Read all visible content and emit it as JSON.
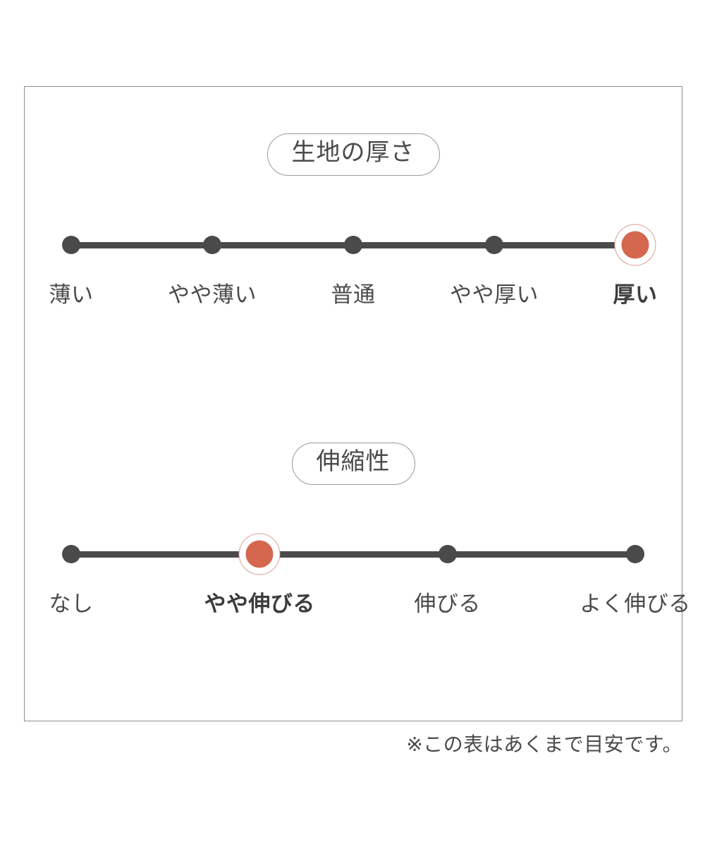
{
  "colors": {
    "accent": "#d4674e",
    "accent_ring": "#d9a193",
    "ink": "#4a4a4a",
    "frame": "#8d8d8d",
    "background": "#ffffff"
  },
  "chart_data": {
    "type": "table",
    "title": "",
    "note": "※この表はあくまで目安です。",
    "scales": [
      {
        "id": "thickness",
        "heading": "生地の厚さ",
        "categories": [
          "薄い",
          "やや薄い",
          "普通",
          "やや厚い",
          "厚い"
        ],
        "positions_pct": [
          0,
          25,
          50,
          75,
          100
        ],
        "selected_index": 4,
        "selected_label": "厚い"
      },
      {
        "id": "stretch",
        "heading": "伸縮性",
        "categories": [
          "なし",
          "やや伸びる",
          "伸びる",
          "よく伸びる"
        ],
        "positions_pct": [
          0,
          33.4,
          66.7,
          100
        ],
        "selected_index": 1,
        "selected_label": "やや伸びる"
      }
    ]
  },
  "footer": {
    "note": "※この表はあくまで目安です。"
  }
}
